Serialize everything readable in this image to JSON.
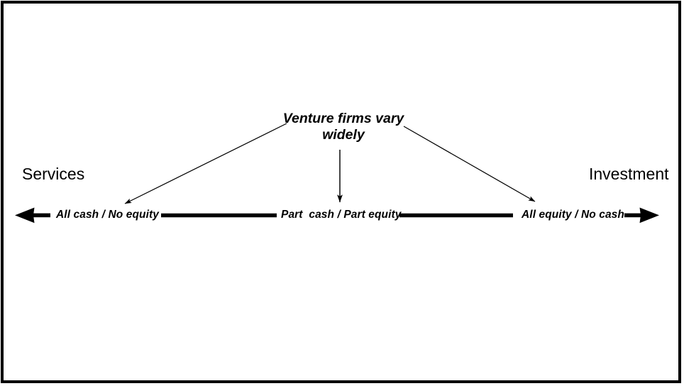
{
  "diagram": {
    "title_note": "Venture firms vary widely",
    "poles": {
      "left": "Services",
      "right": "Investment"
    },
    "spectrum": {
      "stages": [
        {
          "label": "All cash / No equity"
        },
        {
          "label": "Part  cash / Part equity"
        },
        {
          "label": "All equity / No cash"
        }
      ]
    },
    "icons": {
      "arrow_left": "arrow-left-icon",
      "arrow_right": "arrow-right-icon",
      "arrow_down": "arrow-down-icon",
      "arrow_diagonal_left": "arrow-diagonal-left-icon",
      "arrow_diagonal_right": "arrow-diagonal-right-icon"
    },
    "colors": {
      "ink": "#000000",
      "background": "#ffffff",
      "border": "#000000"
    }
  }
}
